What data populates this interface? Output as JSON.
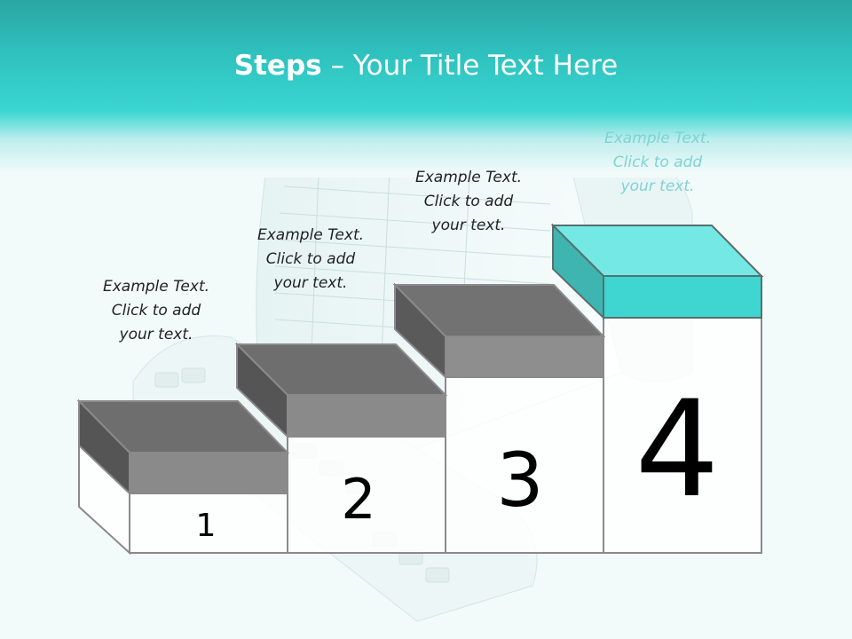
{
  "slide": {
    "title_bold": "Steps",
    "title_rest": " – Your Title Text Here"
  },
  "steps": [
    {
      "number": "1",
      "caption": "Example Text.\nClick  to add\nyour text."
    },
    {
      "number": "2",
      "caption": "Example Text.\nClick  to add\nyour text."
    },
    {
      "number": "3",
      "caption": "Example Text.\nClick  to add\nyour text."
    },
    {
      "number": "4",
      "caption": "Example Text.\nClick  to add\nyour text."
    }
  ],
  "colors": {
    "header_teal": "#2fc1be",
    "step_gray_front": "#8a8a8a",
    "step_gray_top": "#6f6f6f",
    "step_teal_front": "#3fd6d2",
    "step_teal_top": "#74e8e4"
  },
  "background_image": "keyboard-and-paper-form-illustration"
}
